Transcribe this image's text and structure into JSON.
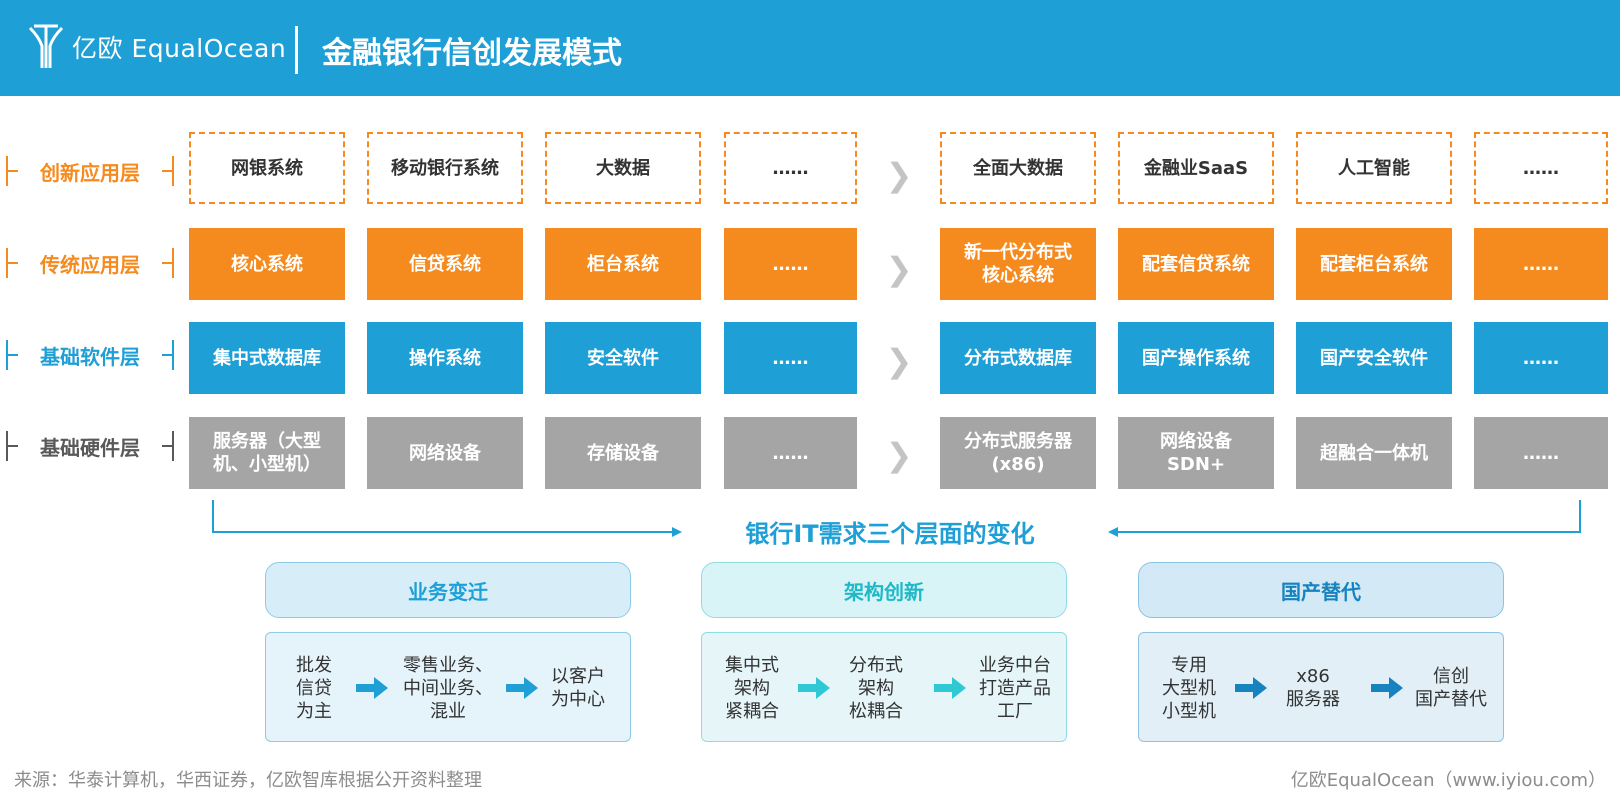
{
  "header": {
    "logo_text": "亿欧 EqualOcean",
    "title": "金融银行信创发展模式"
  },
  "layers": [
    {
      "label": "创新应用层",
      "color": "#f58b1f"
    },
    {
      "label": "传统应用层",
      "color": "#f58b1f"
    },
    {
      "label": "基础软件层",
      "color": "#1e9fd6"
    },
    {
      "label": "基础硬件层",
      "color": "#595959"
    }
  ],
  "grid": {
    "left": [
      [
        "网银系统",
        "移动银行系统",
        "大数据",
        "……"
      ],
      [
        "核心系统",
        "信贷系统",
        "柜台系统",
        "……"
      ],
      [
        "集中式数据库",
        "操作系统",
        "安全软件",
        "……"
      ],
      [
        "服务器（大型\n机、小型机）",
        "网络设备",
        "存储设备",
        "……"
      ]
    ],
    "right": [
      [
        "全面大数据",
        "金融业SaaS",
        "人工智能",
        "……"
      ],
      [
        "新一代分布式\n核心系统",
        "配套信贷系统",
        "配套柜台系统",
        "……"
      ],
      [
        "分布式数据库",
        "国产操作系统",
        "国产安全软件",
        "……"
      ],
      [
        "分布式服务器\n(x86)",
        "网络设备\nSDN+",
        "超融合一体机",
        "……"
      ]
    ],
    "chevron": "❯"
  },
  "center": {
    "title": "银行IT需求三个层面的变化"
  },
  "panels": [
    {
      "title": "业务变迁",
      "steps": [
        "批发\n信贷\n为主",
        "零售业务、\n中间业务、\n混业",
        "以客户\n为中心"
      ],
      "head_bg": "#d7eef8",
      "head_border": "#8fcbe8",
      "head_text": "#1e9fd6",
      "body_bg": "#e5f3fa",
      "arrow": "#1e9fd6"
    },
    {
      "title": "架构创新",
      "steps": [
        "集中式\n架构\n紧耦合",
        "分布式\n架构\n松耦合",
        "业务中台\n打造产品\n工厂"
      ],
      "head_bg": "#d9f4f6",
      "head_border": "#8fdde3",
      "head_text": "#1eb9c8",
      "body_bg": "#e6f6f8",
      "arrow": "#2ec9d4"
    },
    {
      "title": "国产替代",
      "steps": [
        "专用\n大型机\n小型机",
        "x86\n服务器",
        "信创\n国产替代"
      ],
      "head_bg": "#d3e9f5",
      "head_border": "#8cc3e3",
      "head_text": "#1682bf",
      "body_bg": "#e2eff7",
      "arrow": "#1682bf"
    }
  ],
  "footer": {
    "source": "来源：华泰计算机，华西证券，亿欧智库根据公开资料整理",
    "credit": "亿欧EqualOcean（www.iyiou.com）"
  }
}
